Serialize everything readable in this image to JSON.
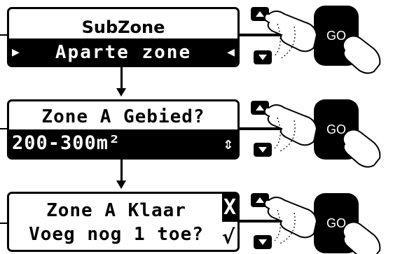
{
  "screens": [
    {
      "title": "SubZone",
      "value": "Aparte zone",
      "left_marker": "▶",
      "right_marker": "◀"
    },
    {
      "title": "Zone A Gebied?",
      "value": "200-300m²",
      "value_marker": "⇕"
    },
    {
      "line1": "Zone A Klaar",
      "line2": "Voeg nog 1 toe?",
      "cancel_mark": "X",
      "confirm_mark": "√"
    }
  ],
  "go_label": "GO",
  "icons": [
    "up-arrow-button-icon",
    "down-arrow-button-icon",
    "hand-pointer-icon",
    "flow-arrow-icon"
  ]
}
